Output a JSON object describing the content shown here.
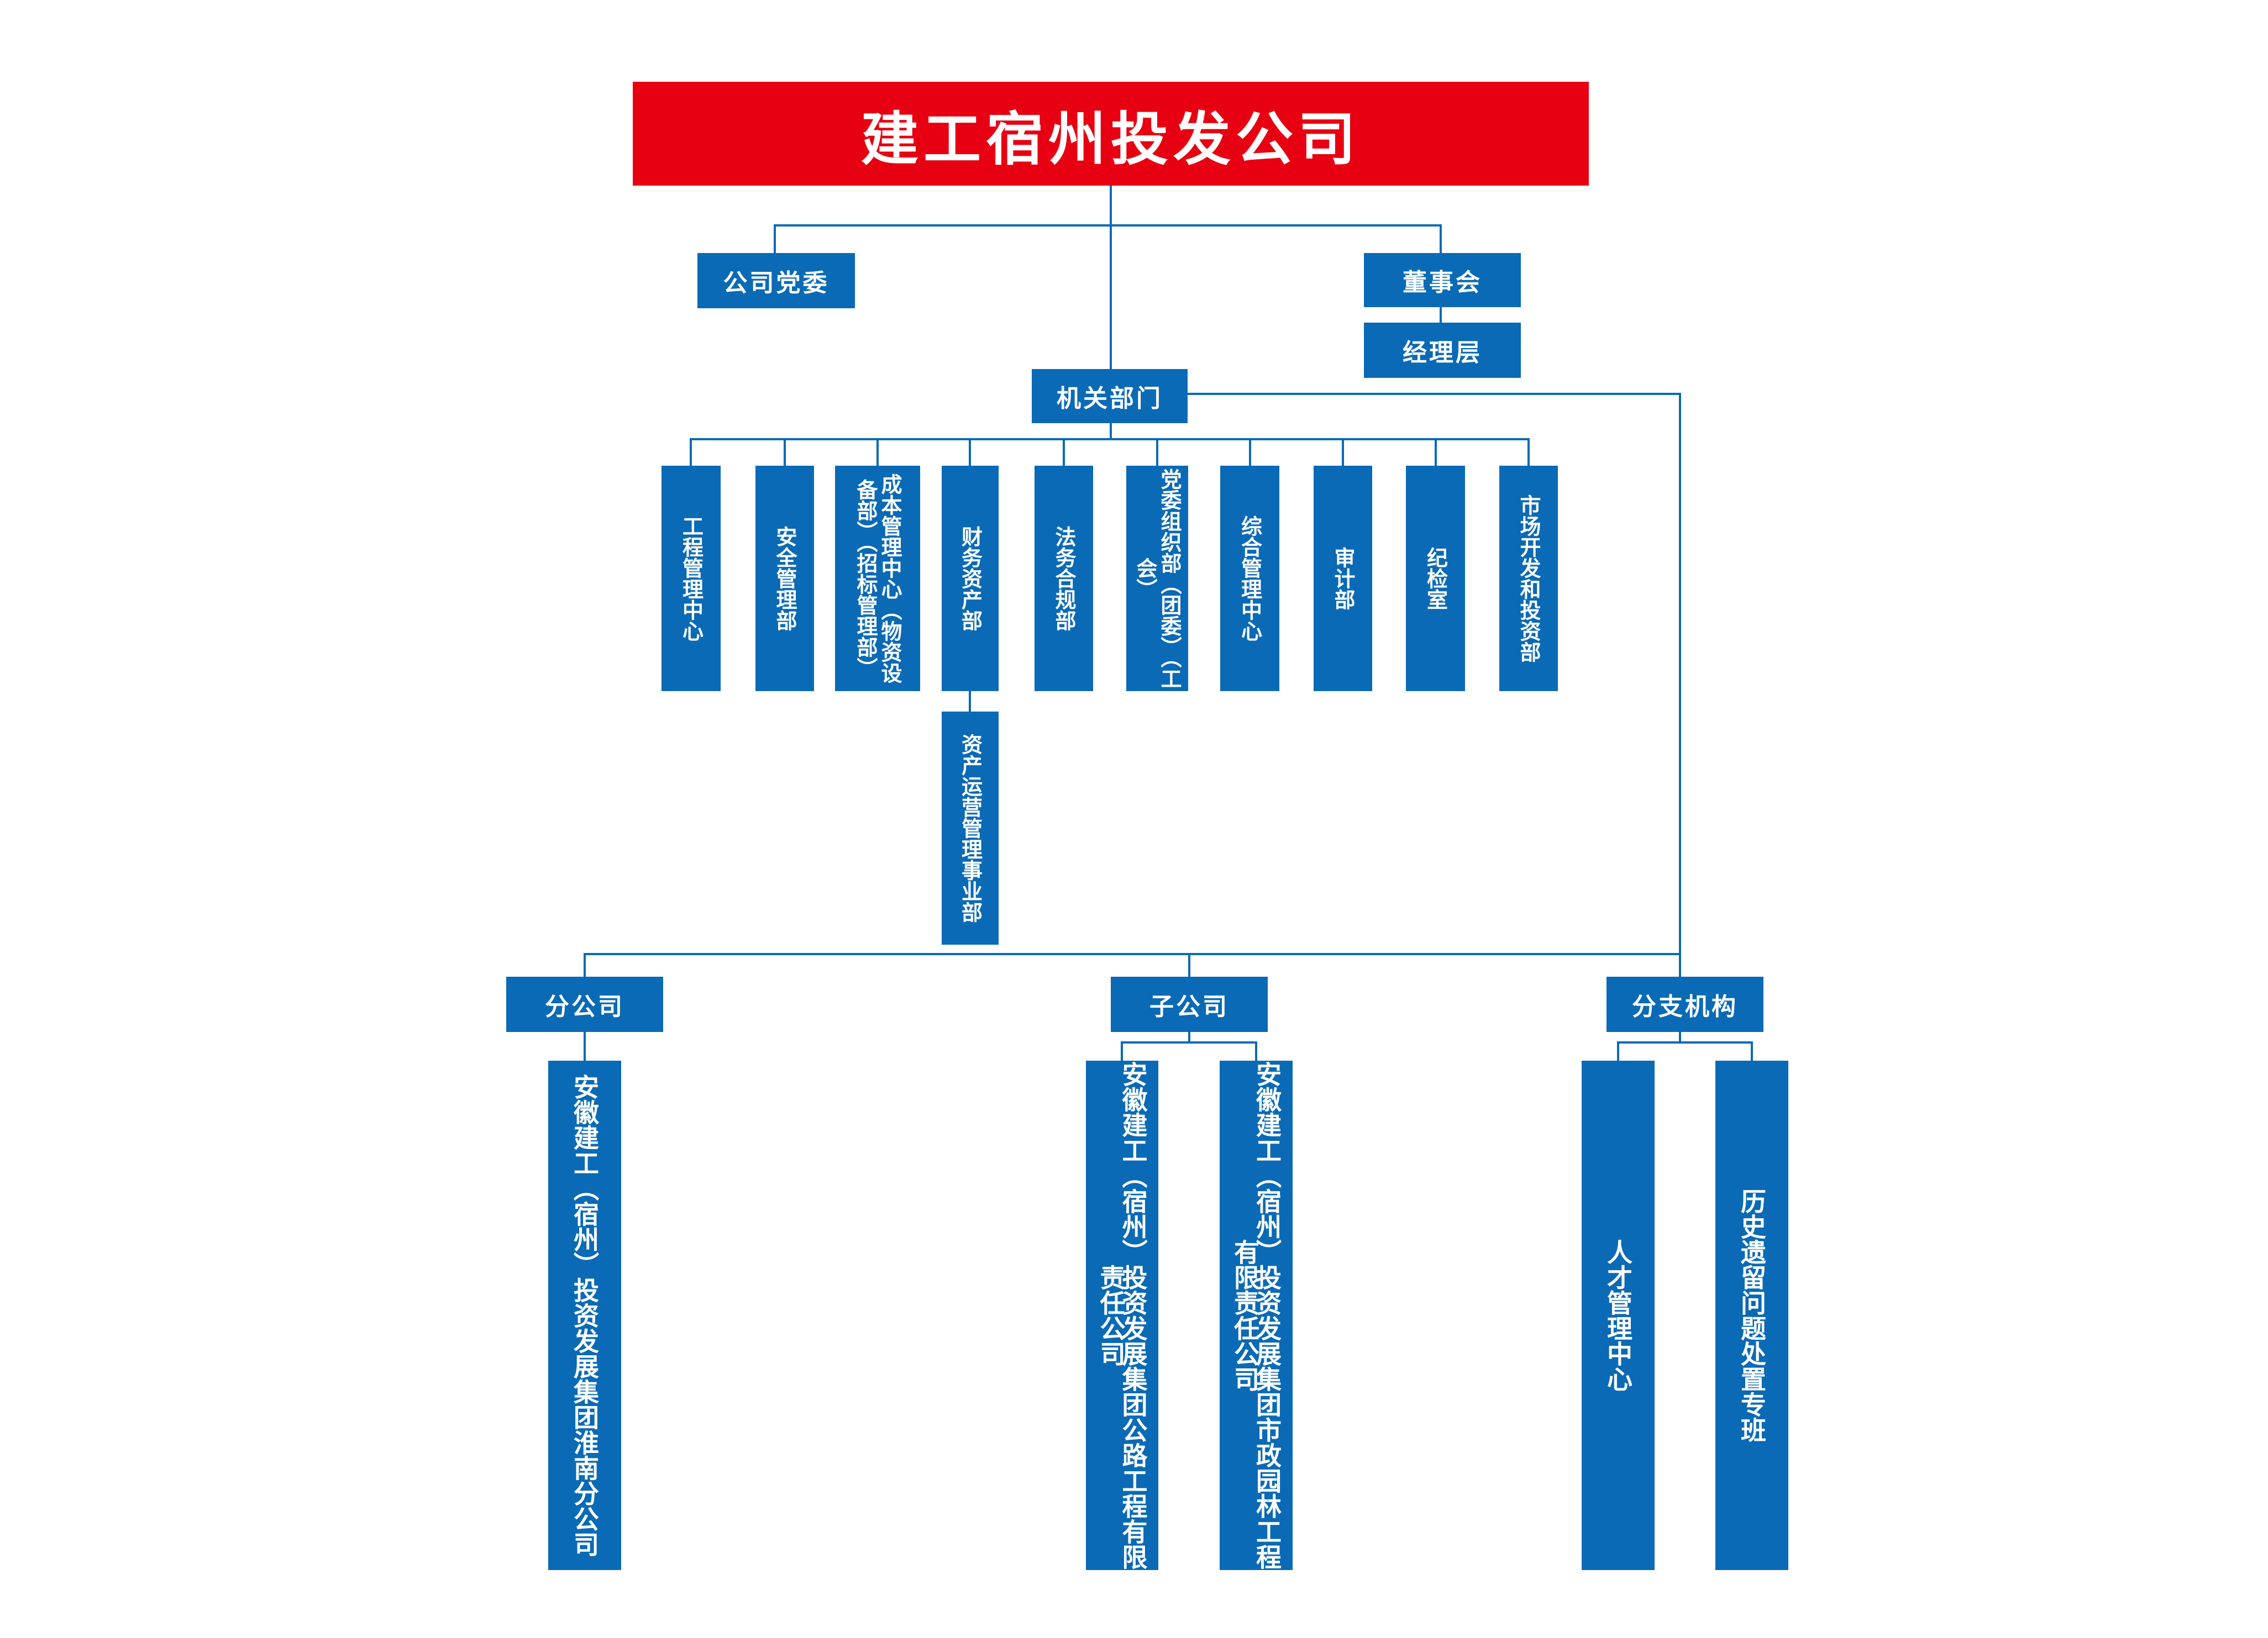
{
  "root": "建工宿州投发公司",
  "top": {
    "party_committee": "公司党委",
    "board": "董事会",
    "management": "经理层"
  },
  "hq_departments": {
    "title": "机关部门",
    "items": [
      "工程管理中心",
      "安全管理部",
      "成本管理中心（物资设备部）（招标管理部）",
      "财务资产部",
      "法务合规部",
      "党委组织部（团委）（工会）",
      "综合管理中心",
      "审计部",
      "纪检室",
      "市场开发和投资部"
    ],
    "sub_unit": "资产运营管理事业部"
  },
  "branches": {
    "branch_company": {
      "title": "分公司",
      "items": [
        "安徽建工（宿州）投资发展集团淮南分公司"
      ]
    },
    "subsidiary": {
      "title": "子公司",
      "items": [
        "安徽建工（宿州）投资发展集团公路工程有限责任公司",
        "安徽建工（宿州）投资发展集团市政园林工程有限责任公司"
      ]
    },
    "branch_org": {
      "title": "分支机构",
      "items": [
        "人才管理中心",
        "历史遗留问题处置专班"
      ]
    }
  }
}
